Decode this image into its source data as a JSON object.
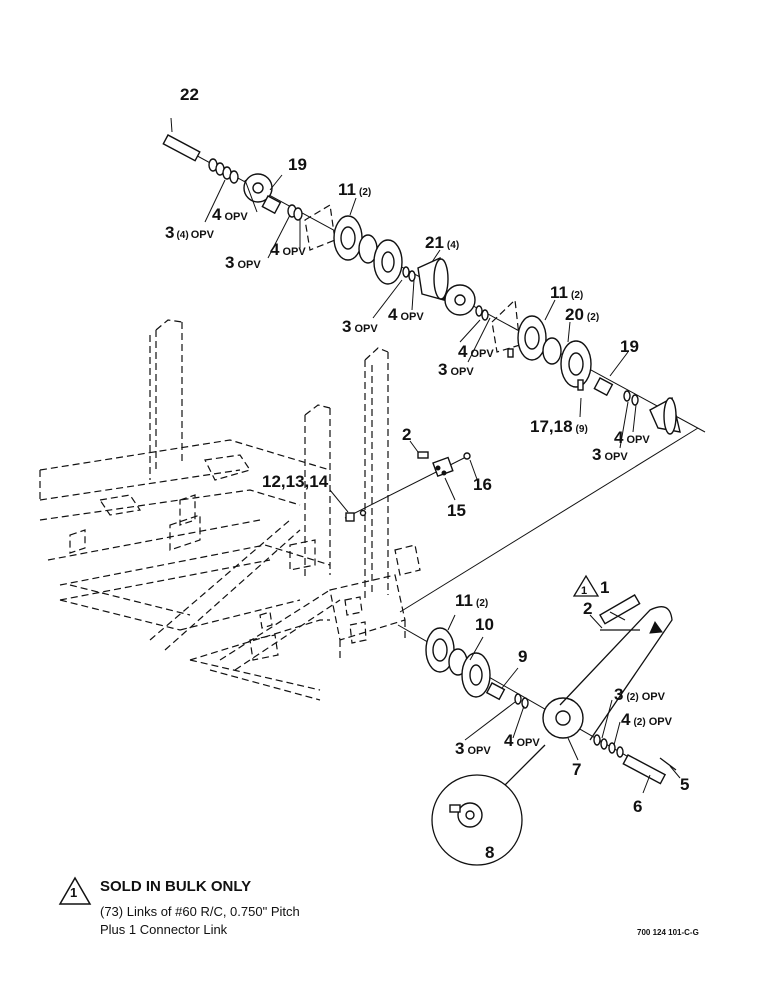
{
  "callouts": [
    {
      "id": "c22",
      "num": "22",
      "sub": "",
      "opv": ""
    },
    {
      "id": "c19a",
      "num": "19",
      "sub": "",
      "opv": ""
    },
    {
      "id": "c4a",
      "num": "4",
      "sub": "",
      "opv": "OPV"
    },
    {
      "id": "c3a",
      "num": "3",
      "sub": "(4)",
      "opv": "OPV"
    },
    {
      "id": "c4b",
      "num": "4",
      "sub": "",
      "opv": "OPV"
    },
    {
      "id": "c3b",
      "num": "3",
      "sub": "",
      "opv": "OPV"
    },
    {
      "id": "c11a",
      "num": "11",
      "sub": "(2)",
      "opv": ""
    },
    {
      "id": "c21",
      "num": "21",
      "sub": "(4)",
      "opv": ""
    },
    {
      "id": "c3c",
      "num": "3",
      "sub": "",
      "opv": "OPV"
    },
    {
      "id": "c4c",
      "num": "4",
      "sub": "",
      "opv": "OPV"
    },
    {
      "id": "c4d",
      "num": "4",
      "sub": "",
      "opv": "OPV"
    },
    {
      "id": "c3d",
      "num": "3",
      "sub": "",
      "opv": "OPV"
    },
    {
      "id": "c11b",
      "num": "11",
      "sub": "(2)",
      "opv": ""
    },
    {
      "id": "c20",
      "num": "20",
      "sub": "(2)",
      "opv": ""
    },
    {
      "id": "c19b",
      "num": "19",
      "sub": "",
      "opv": ""
    },
    {
      "id": "c1718",
      "num": "17,18",
      "sub": "(9)",
      "opv": ""
    },
    {
      "id": "c4e",
      "num": "4",
      "sub": "",
      "opv": "OPV"
    },
    {
      "id": "c3e",
      "num": "3",
      "sub": "",
      "opv": "OPV"
    },
    {
      "id": "c2a",
      "num": "2",
      "sub": "",
      "opv": ""
    },
    {
      "id": "c16",
      "num": "16",
      "sub": "",
      "opv": ""
    },
    {
      "id": "c15",
      "num": "15",
      "sub": "",
      "opv": ""
    },
    {
      "id": "c121314",
      "num": "12,13,14",
      "sub": "",
      "opv": ""
    },
    {
      "id": "c1",
      "num": "1",
      "sub": "",
      "opv": ""
    },
    {
      "id": "c2b",
      "num": "2",
      "sub": "",
      "opv": ""
    },
    {
      "id": "c11c",
      "num": "11",
      "sub": "(2)",
      "opv": ""
    },
    {
      "id": "c10",
      "num": "10",
      "sub": "",
      "opv": ""
    },
    {
      "id": "c9",
      "num": "9",
      "sub": "",
      "opv": ""
    },
    {
      "id": "c3f",
      "num": "3",
      "sub": "(2)",
      "opv": "OPV"
    },
    {
      "id": "c4f",
      "num": "4",
      "sub": "(2)",
      "opv": "OPV"
    },
    {
      "id": "c3g",
      "num": "3",
      "sub": "",
      "opv": "OPV"
    },
    {
      "id": "c4g",
      "num": "4",
      "sub": "",
      "opv": "OPV"
    },
    {
      "id": "c7",
      "num": "7",
      "sub": "",
      "opv": ""
    },
    {
      "id": "c5",
      "num": "5",
      "sub": "",
      "opv": ""
    },
    {
      "id": "c6",
      "num": "6",
      "sub": "",
      "opv": ""
    },
    {
      "id": "c8",
      "num": "8",
      "sub": "",
      "opv": ""
    }
  ],
  "note": {
    "symbol": "1",
    "title": "SOLD IN BULK ONLY",
    "line1": "(73) Links of #60 R/C, 0.750\" Pitch",
    "line2": "Plus 1 Connector Link"
  },
  "drawing_code": "700 124 101-C-G"
}
